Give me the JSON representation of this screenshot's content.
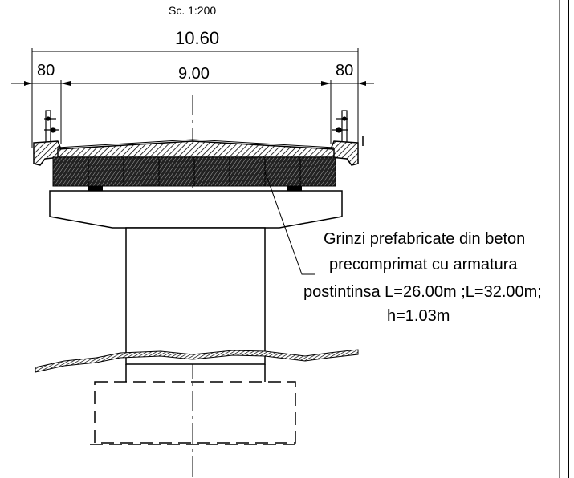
{
  "drawing": {
    "scale_label": "Sc. 1:200",
    "dimensions": {
      "total_width": "10.60",
      "roadway_width": "9.00",
      "left_sidewalk": "80",
      "right_sidewalk": "80"
    },
    "annotation": {
      "line1": "Grinzi prefabricate din beton",
      "line2": "precomprimat cu armatura",
      "line3": "postintinsa L=26.00m ;L=32.00m;",
      "line4": "h=1.03m"
    },
    "beam_count": 8
  }
}
